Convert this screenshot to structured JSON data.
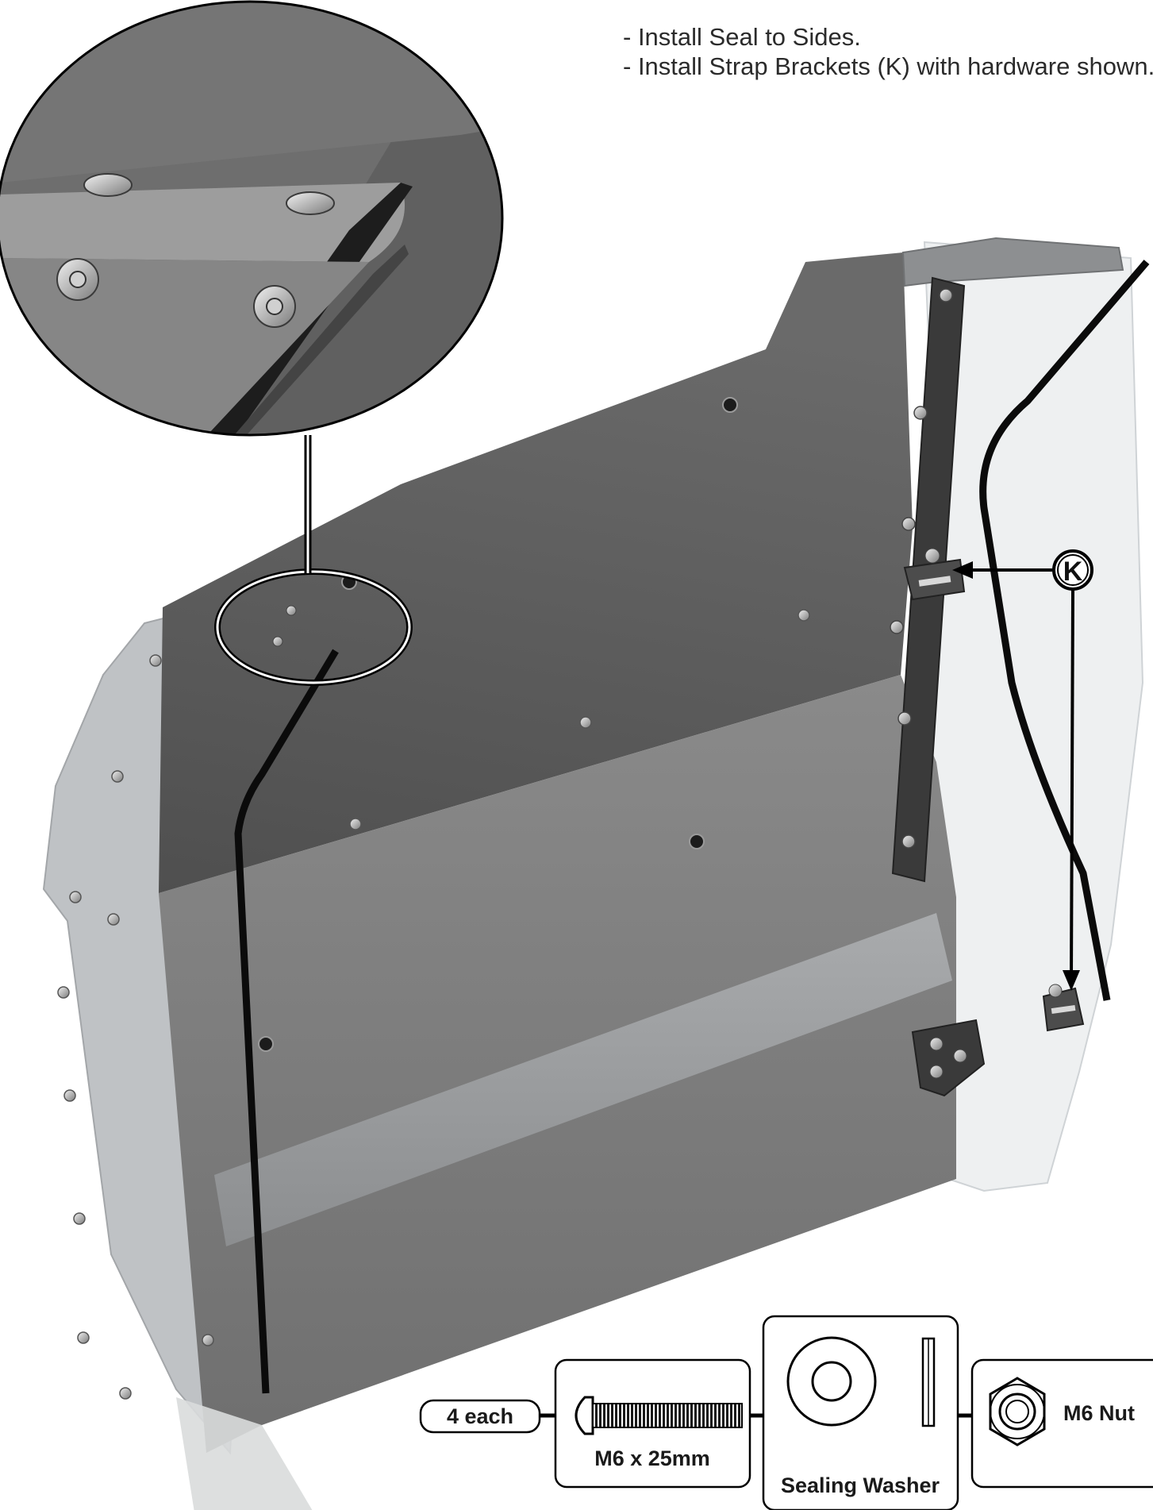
{
  "instructions": [
    "Install Seal to Sides.",
    "Install Strap Brackets (K) with hardware shown."
  ],
  "callout_label": "K",
  "hardware": {
    "quantity": "4 each",
    "items": [
      {
        "label": "M6 x 25mm",
        "icon": "button-head-bolt-icon"
      },
      {
        "label": "Sealing Washer",
        "icon": "sealing-washer-icon"
      },
      {
        "label": "M6 Nut",
        "icon": "hex-nut-icon"
      }
    ]
  },
  "colors": {
    "panel_dark": "#5d5d5d",
    "panel_mid": "#7f7f7f",
    "panel_light": "#9d9d9d",
    "clear_side": "#eef0f1",
    "seal": "#0b0b0b",
    "stiffener": "#3c3c3c"
  }
}
